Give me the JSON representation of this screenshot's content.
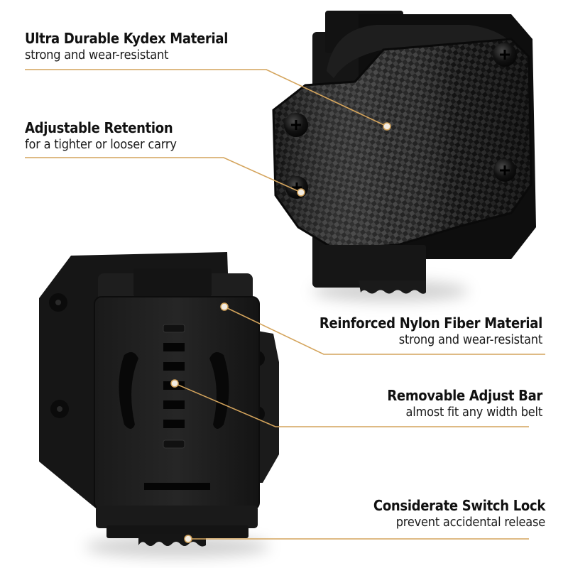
{
  "colors": {
    "background": "#ffffff",
    "leader_line": "#d4a45c",
    "dot_fill": "#f2ece2",
    "text": "#111111",
    "holster_dark": "#141414",
    "holster_mid": "#262626",
    "carbon_light": "#3a3a3a"
  },
  "callouts": [
    {
      "id": "kydex",
      "title": "Ultra Durable Kydex Material",
      "subtitle": "strong and wear-resistant",
      "align": "left"
    },
    {
      "id": "retention",
      "title": "Adjustable Retention",
      "subtitle": "for a tighter or looser carry",
      "align": "left"
    },
    {
      "id": "nylon",
      "title": "Reinforced Nylon Fiber Material",
      "subtitle": "strong and wear-resistant",
      "align": "right"
    },
    {
      "id": "adjust-bar",
      "title": "Removable Adjust Bar",
      "subtitle": "almost fit any width belt",
      "align": "right"
    },
    {
      "id": "switch-lock",
      "title": "Considerate Switch Lock",
      "subtitle": "prevent accidental release",
      "align": "right"
    }
  ],
  "images": {
    "front_view": "holster-front-carbon-fiber",
    "back_view": "holster-back-belt-clip"
  }
}
